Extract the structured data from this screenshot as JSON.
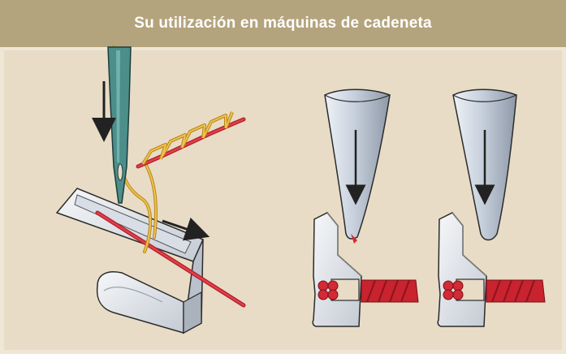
{
  "header": {
    "title": "Su utilización en máquinas de cadeneta"
  },
  "colors": {
    "header_bg": "#b4a47d",
    "panel_bg": "#e8dcc6",
    "thread_red": "#d42a35",
    "thread_gold": "#e8b53a",
    "needle_teal": "#4b8e8a",
    "metal_light": "#eef0f3",
    "metal_shadow": "#aab2bc",
    "arrow": "#222222"
  },
  "illustrations": [
    {
      "name": "chainstitch-looper",
      "description_icons": [
        "needle-icon",
        "looper-icon",
        "chain-stitch-icon",
        "down-arrow-icon",
        "right-arrow-icon"
      ]
    },
    {
      "name": "needle-piercing-thread",
      "description_icons": [
        "needle-icon",
        "presser-foot-icon",
        "twisted-thread-icon",
        "down-arrow-icon"
      ]
    },
    {
      "name": "needle-clear-thread",
      "description_icons": [
        "needle-icon",
        "presser-foot-icon",
        "twisted-thread-icon",
        "down-arrow-icon"
      ]
    }
  ]
}
